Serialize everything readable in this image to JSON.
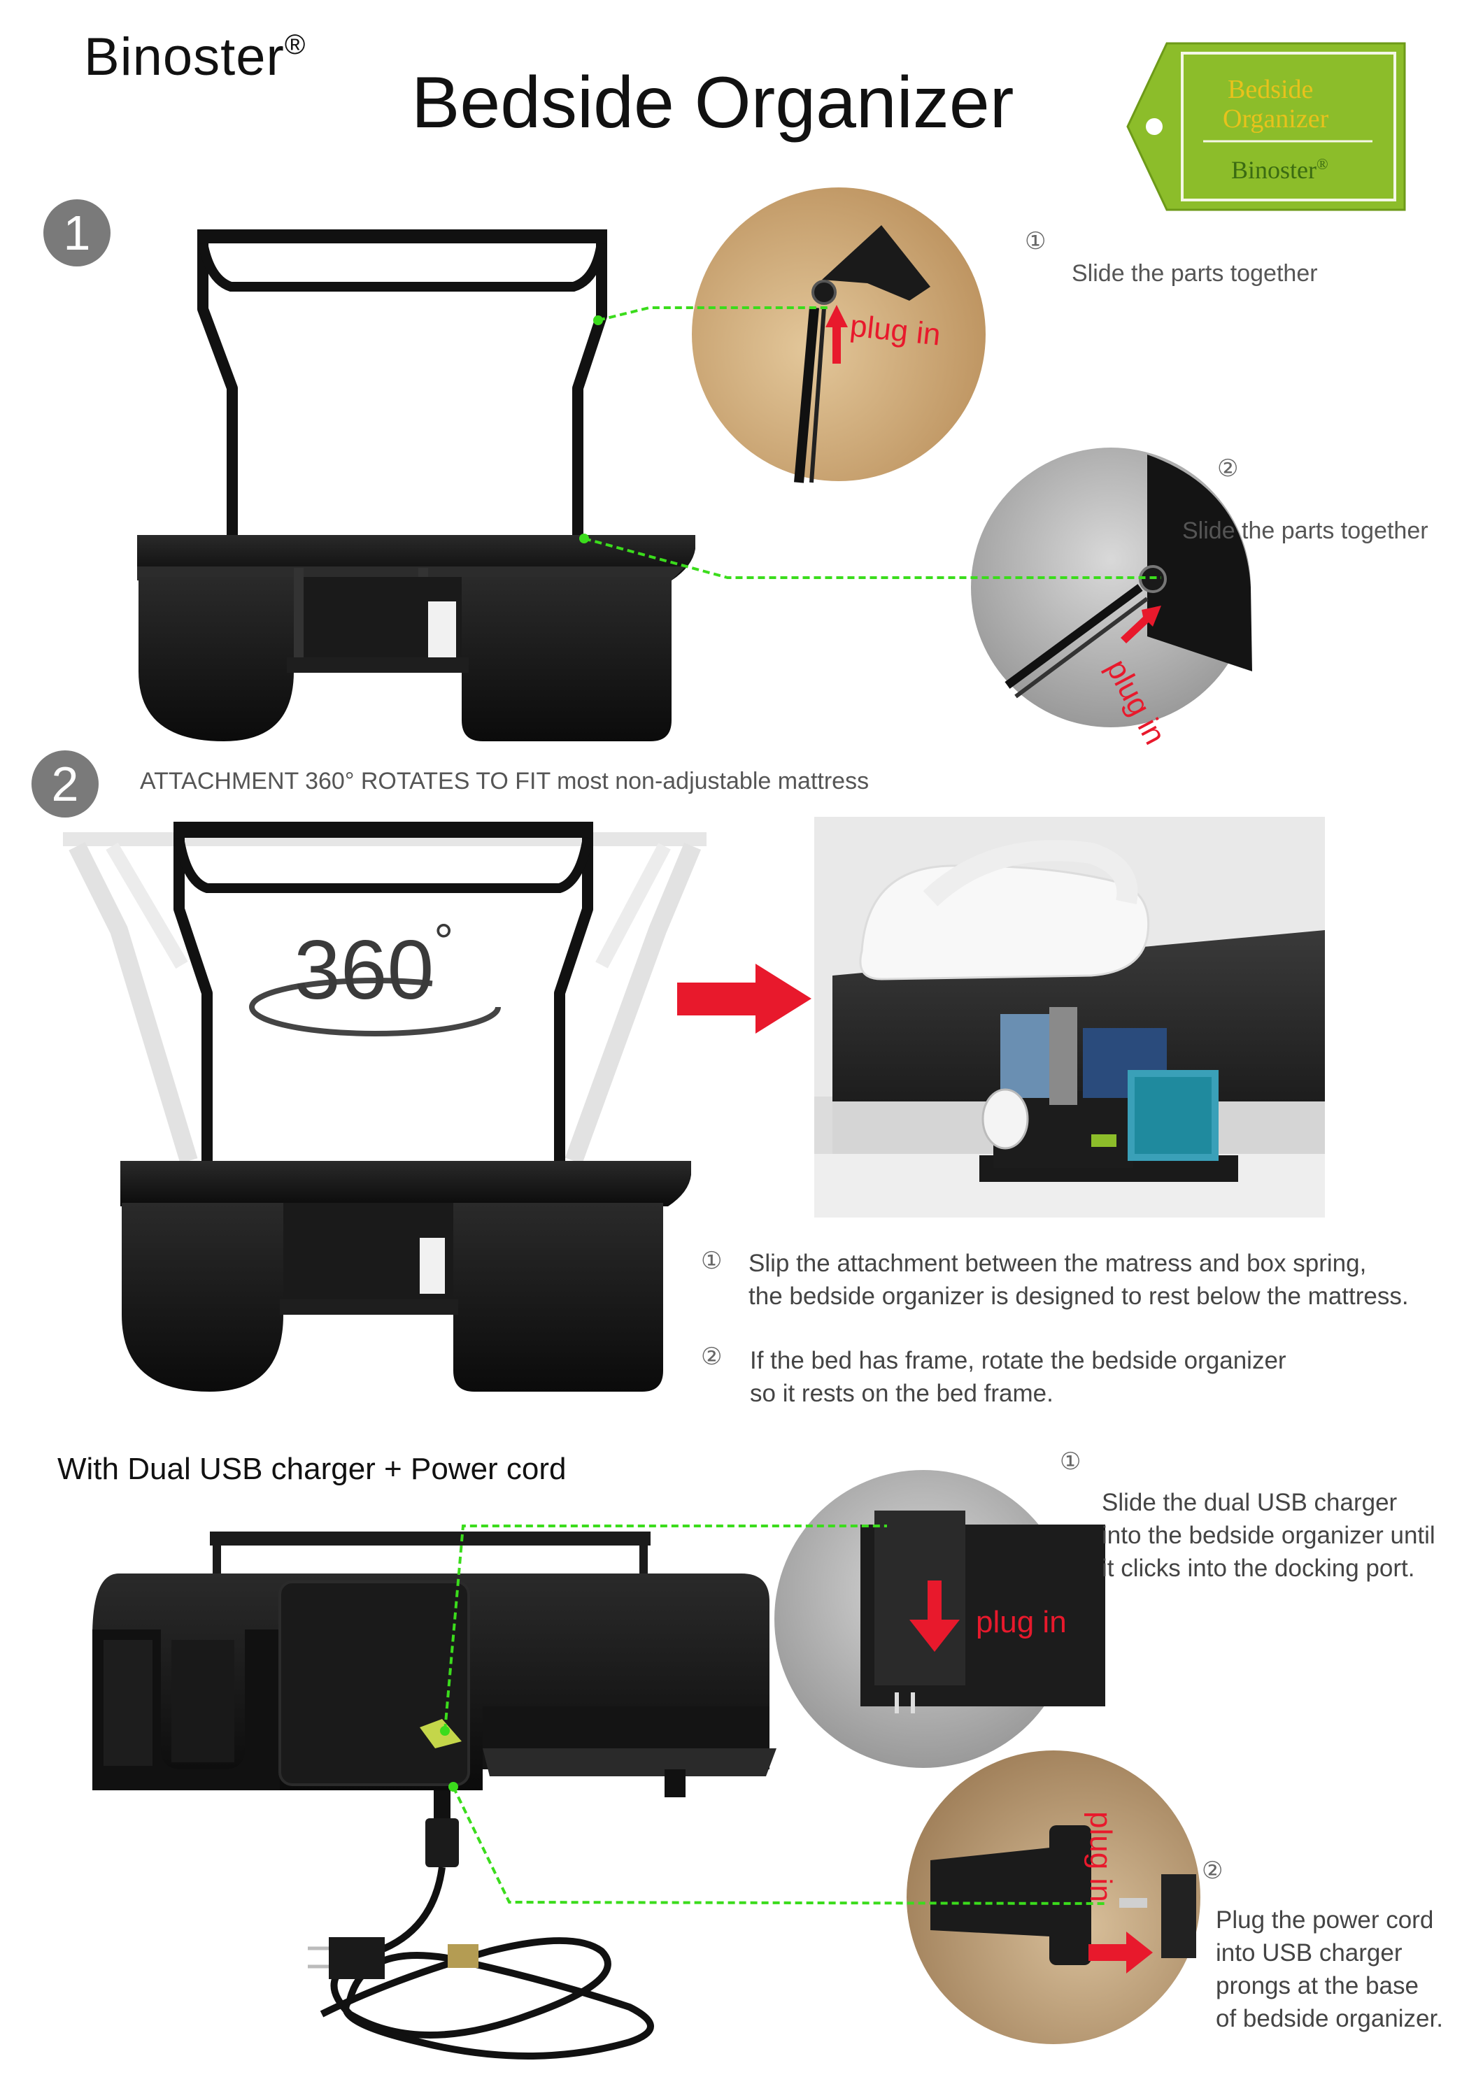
{
  "brand": {
    "name": "Binoster",
    "mark": "®"
  },
  "title": "Bedside Organizer",
  "tag": {
    "line1": "Bedside",
    "line2": "Organizer",
    "brand": "Binoster",
    "mark": "®"
  },
  "step1": {
    "number": "1",
    "note1": {
      "num": "①",
      "text": "Slide the parts together",
      "callout": "plug in"
    },
    "note2": {
      "num": "②",
      "text": "Slide the parts together",
      "callout": "plug in"
    }
  },
  "step2": {
    "number": "2",
    "caption": "ATTACHMENT 360° ROTATES TO FIT most non-adjustable mattress",
    "rotation_label": "360",
    "rotation_degree": "°",
    "note1": {
      "num": "①",
      "line1": "Slip the attachment between the matress and box spring,",
      "line2": "the bedside organizer is designed to rest below the mattress."
    },
    "note2": {
      "num": "②",
      "line1": "If the bed has frame, rotate the bedside organizer",
      "line2": "so it rests on the bed frame."
    }
  },
  "step3": {
    "heading": "With Dual USB charger + Power cord",
    "note1": {
      "num": "①",
      "line1": "Slide the dual USB charger",
      "line2": "into the bedside organizer until",
      "line3": "it clicks into the docking port.",
      "callout": "plug in"
    },
    "note2": {
      "num": "②",
      "line1": "Plug the power cord",
      "line2": "into USB charger",
      "line3": "prongs at the base",
      "line4": "of bedside organizer.",
      "callout": "plug in"
    }
  },
  "colors": {
    "accent_red": "#e8192c",
    "guide_green": "#3bdc1c",
    "tag_green": "#8cbd2a",
    "tag_text": "#e8c21c",
    "product": "#141414"
  }
}
